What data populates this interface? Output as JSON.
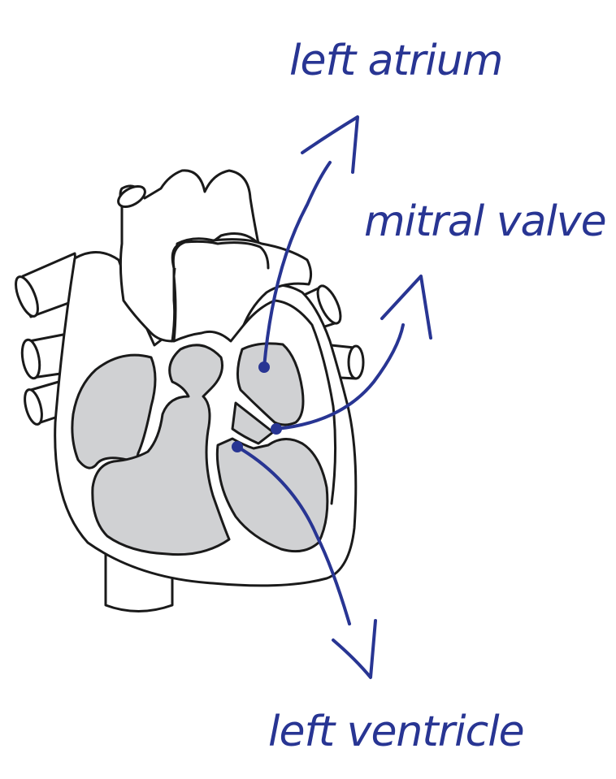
{
  "labels": {
    "left_atrium": "left atrium",
    "mitral_valve": "mitral valve",
    "left_ventricle": "left ventricle"
  },
  "colors": {
    "annotation": "#283593",
    "outline": "#1a1a1a",
    "chamber_fill": "#d0d1d3",
    "background": "#ffffff"
  }
}
